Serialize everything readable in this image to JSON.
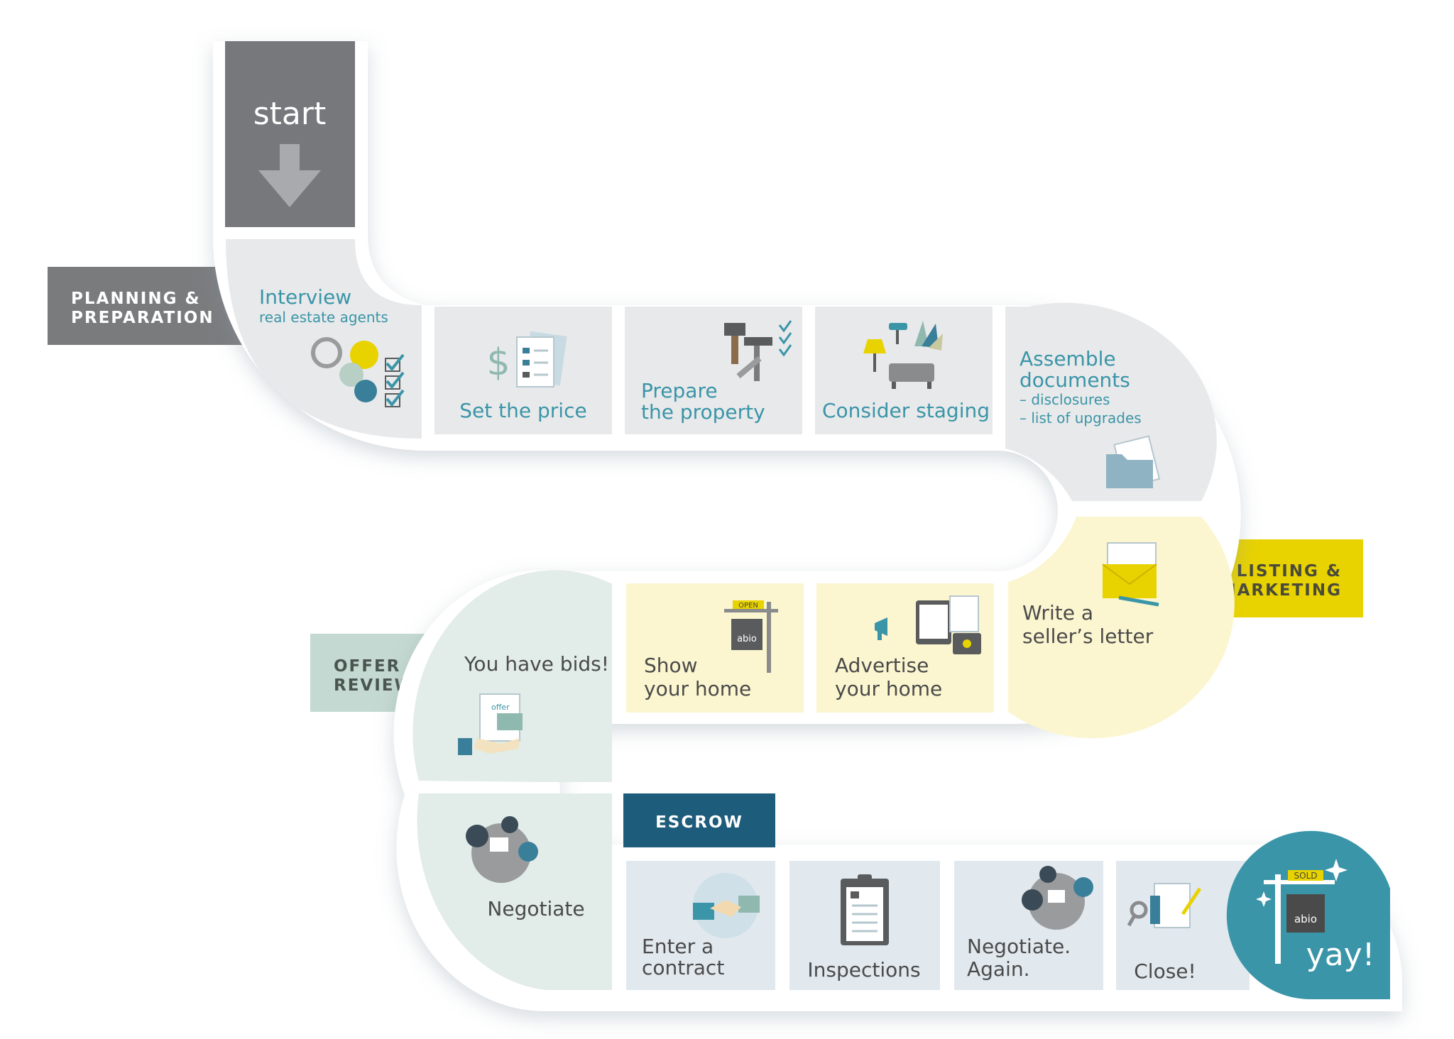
{
  "start": {
    "label": "start"
  },
  "phases": {
    "planning": [
      "PLANNING &",
      "PREPARATION"
    ],
    "listing": [
      "LISTING &",
      "MARKETING"
    ],
    "offer": [
      "OFFER",
      "REVIEW"
    ],
    "escrow": "ESCROW"
  },
  "steps": {
    "interview": {
      "title": "Interview",
      "subtitle": "real estate agents"
    },
    "set_price": "Set the price",
    "prepare": [
      "Prepare",
      "the property"
    ],
    "staging": "Consider staging",
    "assemble": {
      "title": [
        "Assemble",
        "documents"
      ],
      "items": [
        "– disclosures",
        "– list of upgrades"
      ]
    },
    "letter": [
      "Write a",
      "seller’s letter"
    ],
    "advertise": [
      "Advertise",
      "your home"
    ],
    "show": [
      "Show",
      "your home"
    ],
    "bids": "You have bids!",
    "negotiate": "Negotiate",
    "contract": [
      "Enter a",
      "contract"
    ],
    "inspections": "Inspections",
    "negotiate_again": [
      "Negotiate.",
      "Again."
    ],
    "close": "Close!",
    "yay": "yay!"
  },
  "signs": {
    "open": "OPEN",
    "sold": "SOLD",
    "brand": "abio",
    "offer": "offer"
  },
  "colors": {
    "gray_tile": "#e8e9ea",
    "yellow_tile": "#fbf6d0",
    "green_tile": "#e2ece8",
    "blue_tile": "#e1e8ee",
    "teal_text": "#3a95a8",
    "dark_text": "#4a4a4a",
    "planning_label": "#7a7b7d",
    "listing_label": "#e8d200",
    "offer_label": "#c4d9d1",
    "escrow_label": "#1d5c7a",
    "yay_circle": "#3a95a8"
  }
}
